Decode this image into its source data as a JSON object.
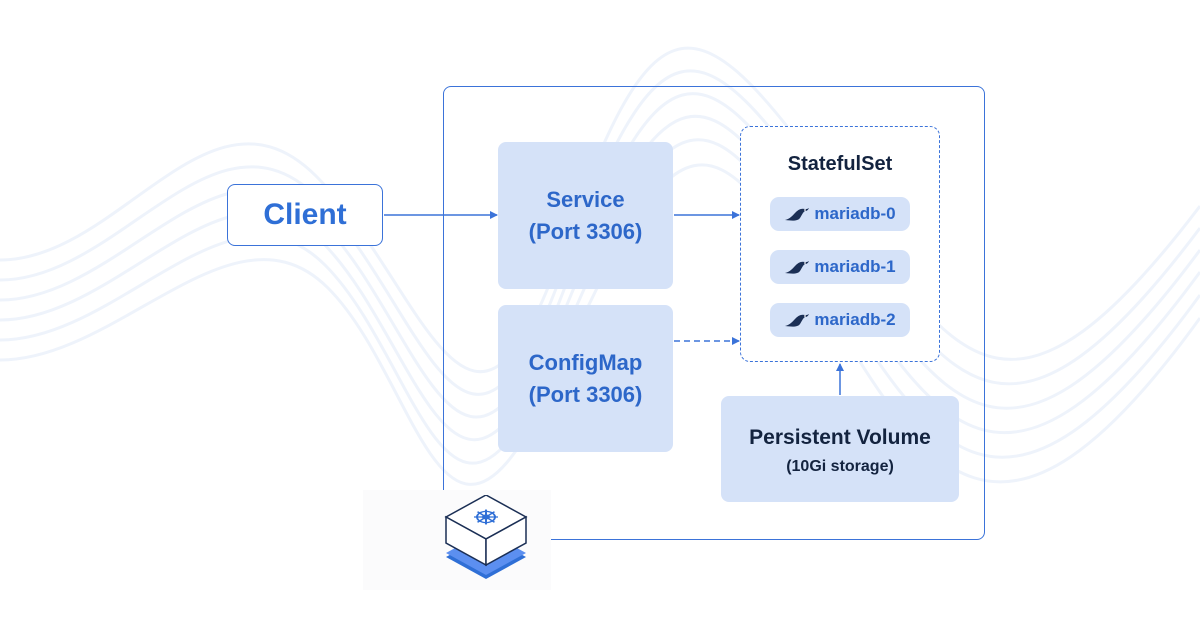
{
  "client": {
    "label": "Client"
  },
  "service": {
    "title": "Service",
    "subtitle": "(Port 3306)"
  },
  "configmap": {
    "title": "ConfigMap",
    "subtitle": "(Port 3306)"
  },
  "statefulset": {
    "title": "StatefulSet",
    "pods": [
      {
        "label": "mariadb-0",
        "icon": "mariadb-seal-icon"
      },
      {
        "label": "mariadb-1",
        "icon": "mariadb-seal-icon"
      },
      {
        "label": "mariadb-2",
        "icon": "mariadb-seal-icon"
      }
    ]
  },
  "persistent_volume": {
    "title": "Persistent Volume",
    "subtitle": "(10Gi storage)"
  },
  "cluster": {
    "icon": "kubernetes-cube-icon"
  },
  "colors": {
    "accent": "#3b73d9",
    "card_fill": "#d5e2f8",
    "card_text": "#2d67c9",
    "dark_text": "#13233f"
  }
}
